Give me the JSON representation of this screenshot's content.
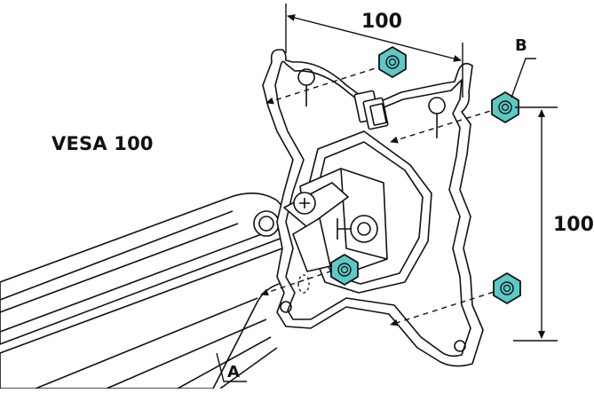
{
  "labels": {
    "standard": "VESA 100",
    "dim_horizontal": "100",
    "dim_vertical": "100",
    "callout_a": "A",
    "callout_b": "B"
  },
  "colors": {
    "nut": "#5ec8c4",
    "nut_stroke": "#111111",
    "line": "#111111",
    "fill": "#ffffff"
  },
  "icons": {
    "nut": "hex-nut-icon",
    "screw": "cross-screw-icon"
  }
}
